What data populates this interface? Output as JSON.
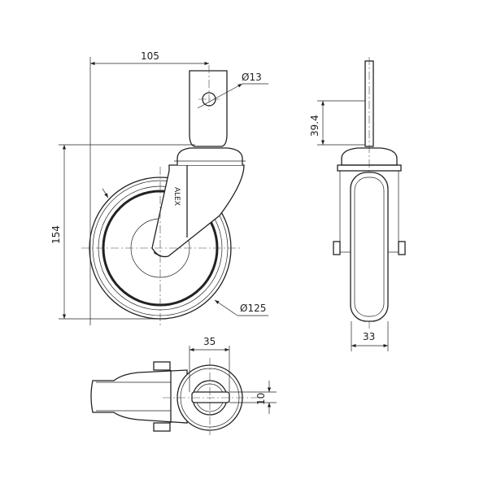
{
  "drawing": {
    "logo_text": "ALEX",
    "dimensions": {
      "overall_width": "105",
      "hole_diameter": "Ø13",
      "overall_height": "154",
      "wheel_diameter": "Ø125",
      "stem_height": "39.4",
      "wheel_width": "33",
      "stem_width": "35",
      "stem_thickness": "10"
    }
  }
}
